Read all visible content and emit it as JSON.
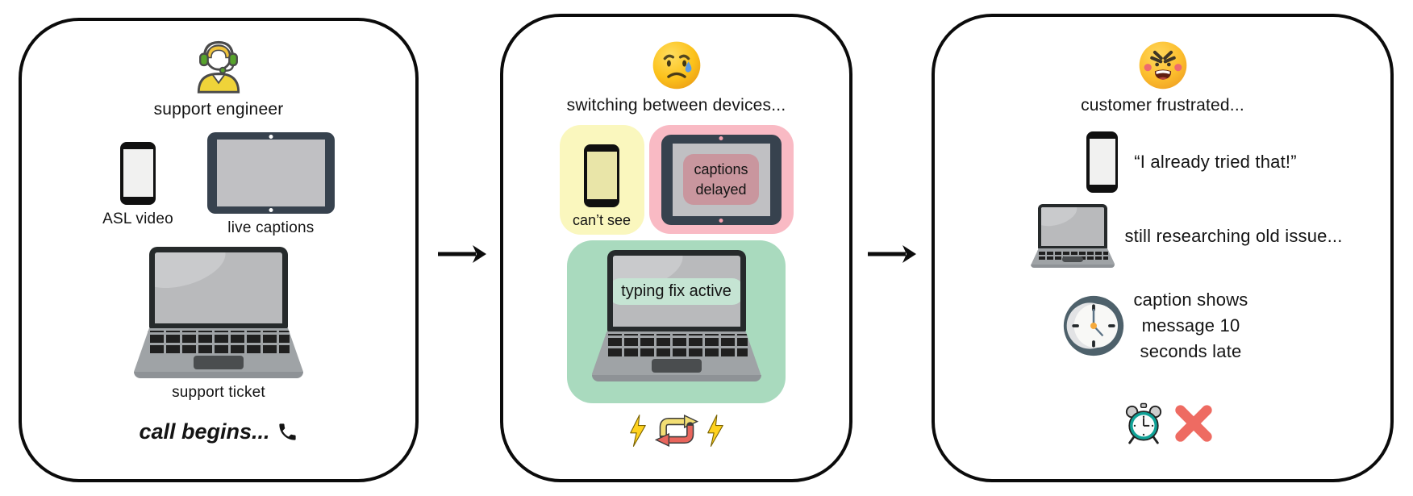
{
  "colors": {
    "panel_border": "#0b0b0b",
    "card_yellow": "#faf7be",
    "card_pink": "#f9bac4",
    "card_green": "#a9dabe",
    "overlay_rose": "#c9969e",
    "overlay_mint": "#c5e4d3",
    "tablet_bezel": "#37424e",
    "screen_grey": "#b9babc",
    "bolt_yellow": "#ffd21e",
    "loop_yellow": "#f2de74",
    "loop_red": "#e8655c",
    "x_red": "#ee6b62",
    "alarm_teal": "#0fa196",
    "emoji_yellow": "#fcc21b",
    "tear_blue": "#5b9be6"
  },
  "panel1": {
    "title": "support engineer",
    "phone_label": "ASL video",
    "tablet_label": "live captions",
    "laptop_label": "support ticket",
    "footer_text": "call begins..."
  },
  "panel2": {
    "heading": "switching between devices...",
    "phone_card_label": "can’t see",
    "tablet_overlay_line1": "captions",
    "tablet_overlay_line2": "delayed",
    "laptop_overlay": "typing fix active"
  },
  "panel3": {
    "heading": "customer frustrated...",
    "phone_quote": "“I already tried that!”",
    "laptop_text": "still researching old issue...",
    "clock_line1": "caption shows",
    "clock_line2": "message 10",
    "clock_line3": "seconds late"
  }
}
